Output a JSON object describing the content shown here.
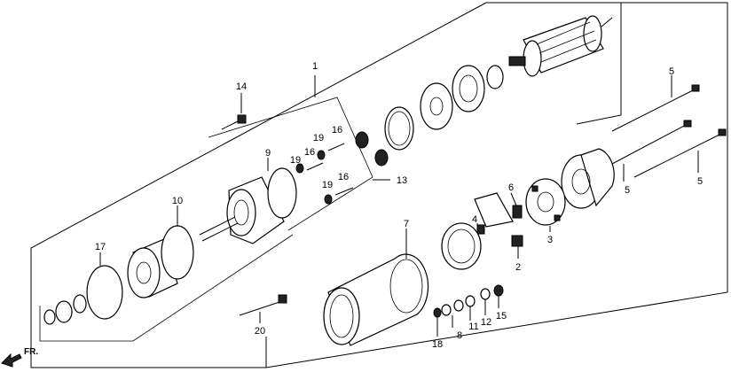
{
  "diagram": {
    "type": "exploded-parts-view",
    "direction_label": "FR.",
    "callouts": [
      {
        "id": "c1",
        "text": "1"
      },
      {
        "id": "c2",
        "text": "2"
      },
      {
        "id": "c3",
        "text": "3"
      },
      {
        "id": "c4",
        "text": "4"
      },
      {
        "id": "c5a",
        "text": "5"
      },
      {
        "id": "c5b",
        "text": "5"
      },
      {
        "id": "c5c",
        "text": "5"
      },
      {
        "id": "c6",
        "text": "6"
      },
      {
        "id": "c7",
        "text": "7"
      },
      {
        "id": "c8",
        "text": "8"
      },
      {
        "id": "c9",
        "text": "9"
      },
      {
        "id": "c10",
        "text": "10"
      },
      {
        "id": "c11",
        "text": "11"
      },
      {
        "id": "c12",
        "text": "12"
      },
      {
        "id": "c13",
        "text": "13"
      },
      {
        "id": "c14",
        "text": "14"
      },
      {
        "id": "c15",
        "text": "15"
      },
      {
        "id": "c16a",
        "text": "16"
      },
      {
        "id": "c16b",
        "text": "16"
      },
      {
        "id": "c16c",
        "text": "16"
      },
      {
        "id": "c17",
        "text": "17"
      },
      {
        "id": "c18",
        "text": "18"
      },
      {
        "id": "c19a",
        "text": "19"
      },
      {
        "id": "c19b",
        "text": "19"
      },
      {
        "id": "c19c",
        "text": "19"
      },
      {
        "id": "c20",
        "text": "20"
      }
    ]
  }
}
